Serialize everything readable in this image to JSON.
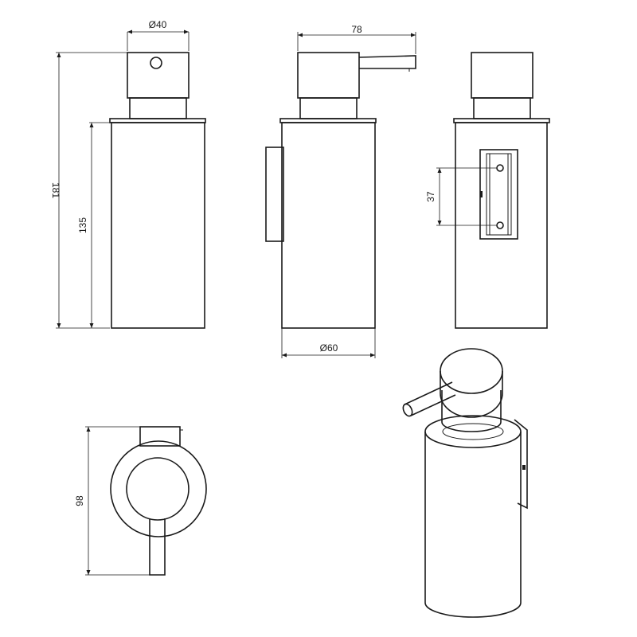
{
  "drawing": {
    "dims": {
      "pump_diameter": "Ø40",
      "total_height": "181",
      "body_height": "135",
      "spout_reach": "78",
      "body_diameter": "Ø60",
      "hole_spacing": "37",
      "depth": "98"
    }
  }
}
